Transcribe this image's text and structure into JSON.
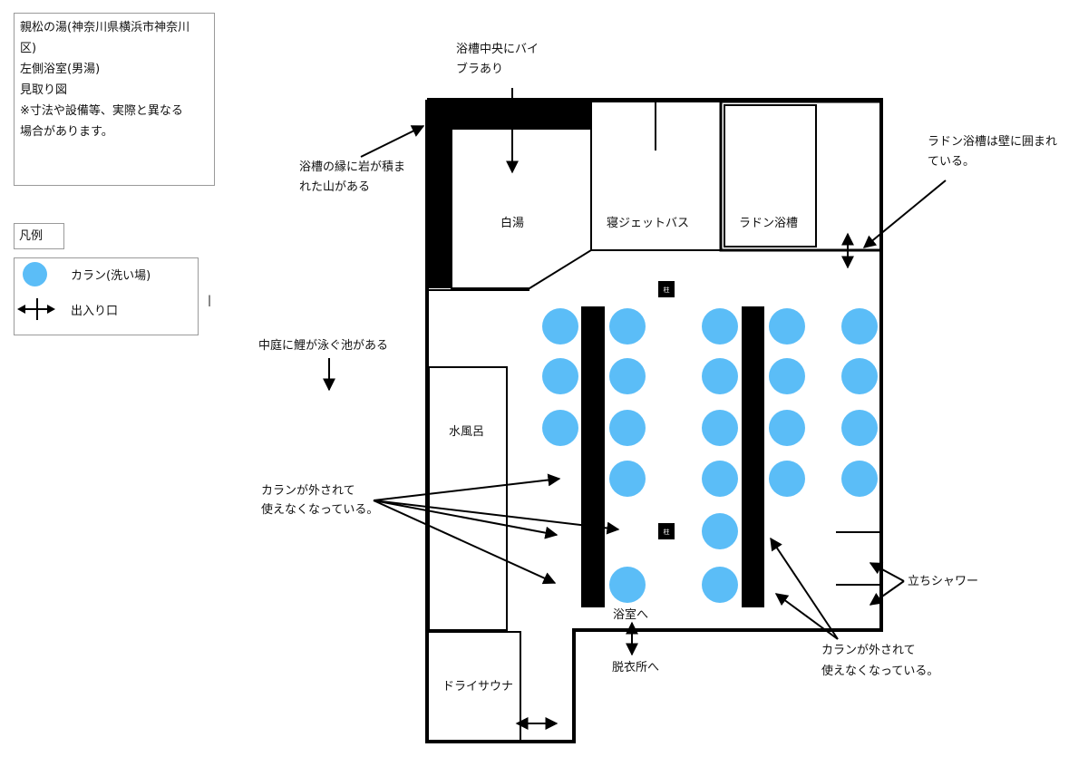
{
  "info": {
    "lines": [
      "親松の湯(神奈川県横浜市神奈川",
      "区)",
      "",
      "左側浴室(男湯)",
      "見取り図",
      "",
      "※寸法や設備等、実際と異なる",
      "場合があります。"
    ]
  },
  "legend": {
    "title": "凡例",
    "items": [
      {
        "icon": "faucet-circle-icon",
        "label": "カラン(洗い場)"
      },
      {
        "icon": "entrance-arrow-icon",
        "label": "出入り口"
      }
    ],
    "stray_mark": "|"
  },
  "colors": {
    "faucet": "#5bbdf7",
    "wall": "#000000",
    "border": "#9a9a9a"
  },
  "rooms": {
    "shirayu": "白湯",
    "jet_bath": "寝ジェットバス",
    "radon": "ラドン浴槽",
    "cold_bath": "水風呂",
    "dry_sauna": "ドライサウナ",
    "pillar": "柱",
    "to_bathroom": "浴室へ",
    "to_dressing": "脱衣所へ",
    "standing_shower": "立ちシャワー"
  },
  "annotations": {
    "vibra": [
      "浴槽中央にバイ",
      "ブラあり"
    ],
    "rocks": [
      "浴槽の縁に岩が積ま",
      "れた山がある"
    ],
    "radon_wall": [
      "ラドン浴槽は壁に囲まれ",
      "ている。"
    ],
    "koi_pond": "中庭に鯉が泳ぐ池がある",
    "broken_left": [
      "カランが外されて",
      "使えなくなっている。"
    ],
    "broken_right": [
      "カランが外されて",
      "使えなくなっている。"
    ]
  },
  "faucet_columns": [
    {
      "name": "column-1",
      "count": 3
    },
    {
      "name": "column-2",
      "count": 5
    },
    {
      "name": "column-3",
      "count": 6
    },
    {
      "name": "column-4",
      "count": 4
    },
    {
      "name": "column-5",
      "count": 4
    }
  ]
}
